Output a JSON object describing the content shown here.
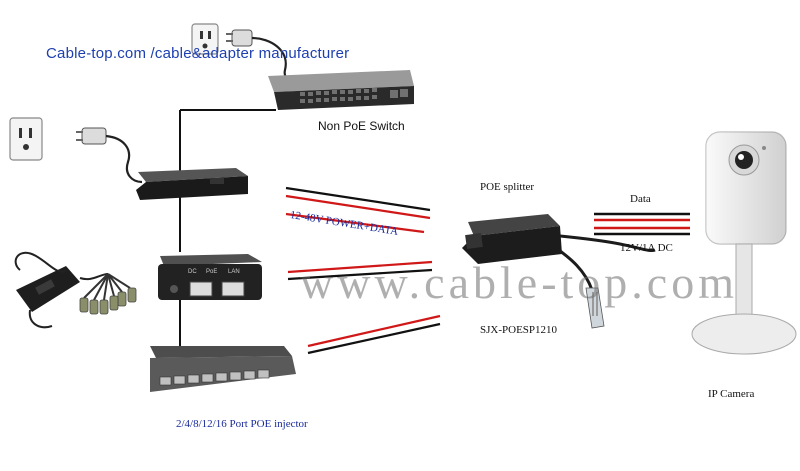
{
  "header": {
    "title": "Cable-top.com /cable&adapter manufacturer"
  },
  "labels": {
    "switch": "Non PoE Switch",
    "power_data": "12-48V POWER+DATA",
    "splitter": "POE splitter",
    "splitter_model": "SJX-POESP1210",
    "data": "Data",
    "dc": "12V/1A DC",
    "camera": "IP Camera",
    "injector": "2/4/8/12/16 Port POE injector"
  },
  "device_text": {
    "port_dc": "DC",
    "port_poe": "PoE",
    "port_lan": "LAN"
  },
  "watermark": "www.cable-top.com",
  "colors": {
    "header_blue": "#1d3fb0",
    "cable_red": "#d01818",
    "cable_black": "#111111",
    "device_dark": "#1c1c1c"
  }
}
